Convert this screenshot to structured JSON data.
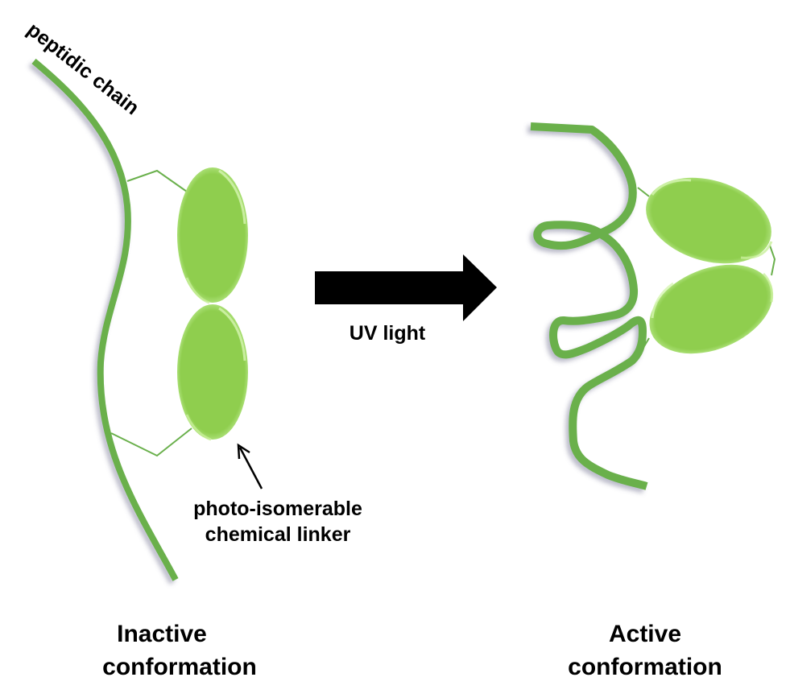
{
  "diagram": {
    "title": "Photo-switchable peptide conformation",
    "colors": {
      "chain": "#6ab04c",
      "domain_fill": "#8fce4e",
      "domain_highlight": "#c8ef9a",
      "arrow": "#000000",
      "text": "#000000"
    },
    "left_panel": {
      "chain_label": "peptidic chain",
      "linker_label_line1": "photo-isomerable",
      "linker_label_line2": "chemical linker",
      "state_label_line1": "Inactive",
      "state_label_line2": "conformation"
    },
    "transition": {
      "label": "UV light"
    },
    "right_panel": {
      "state_label_line1": "Active",
      "state_label_line2": "conformation"
    }
  }
}
